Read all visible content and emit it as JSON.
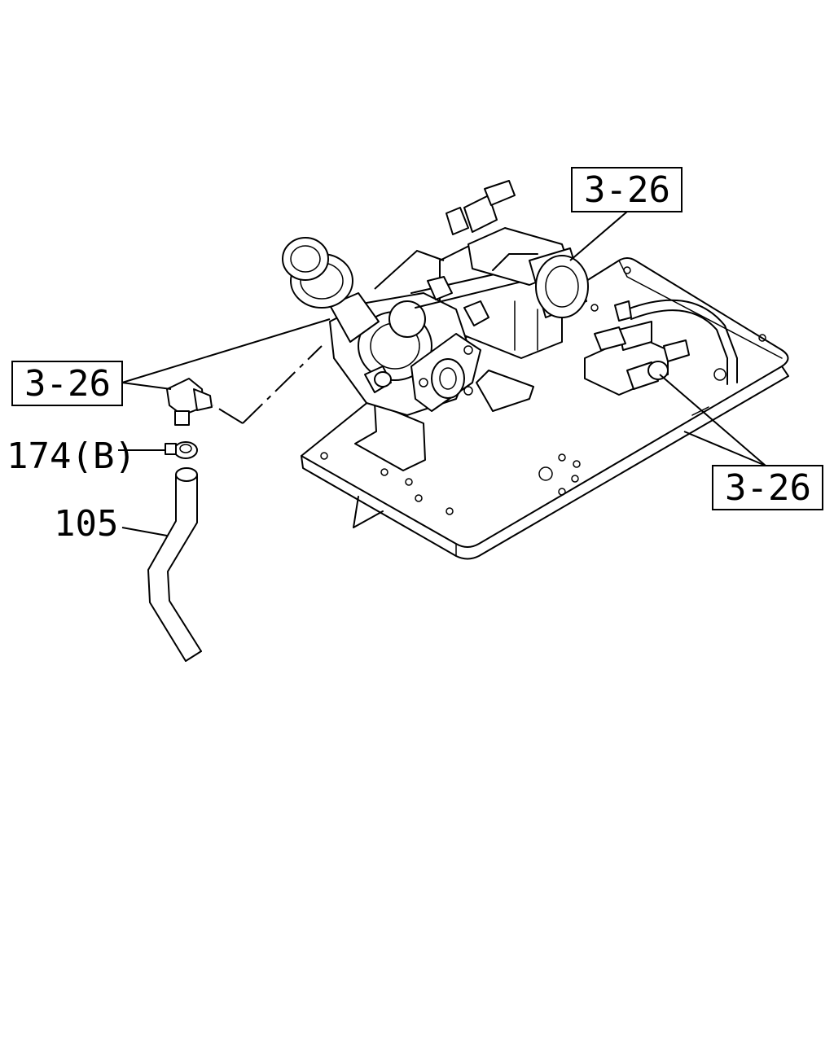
{
  "callouts": {
    "ref_top_right": "3-26",
    "ref_left": "3-26",
    "ref_bottom_right": "3-26",
    "part_174b": "174(B)",
    "part_105": "105"
  },
  "colors": {
    "ink": "#000000",
    "paper": "#ffffff"
  }
}
